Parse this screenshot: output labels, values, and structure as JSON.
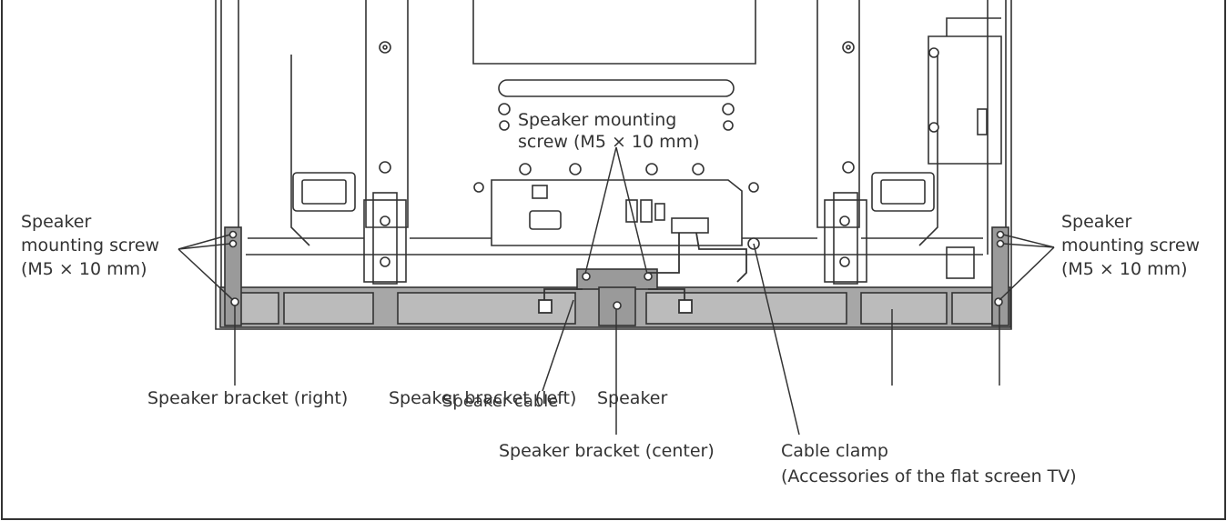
{
  "labels": {
    "screw_center_1": "Speaker mounting",
    "screw_center_2": "screw (M5 × 10 mm)",
    "screw_left_1": "Speaker",
    "screw_left_2": "mounting screw",
    "screw_left_3": "(M5 × 10 mm)",
    "screw_right_1": "Speaker",
    "screw_right_2": "mounting screw",
    "screw_right_3": "(M5 × 10 mm)",
    "bracket_right": "Speaker bracket (right)",
    "bracket_left": "Speaker bracket (left)",
    "speaker_cable": "Speaker cable",
    "speaker": "Speaker",
    "bracket_center": "Speaker bracket (center)",
    "cable_clamp_1": "Cable clamp",
    "cable_clamp_2": "(Accessories of the flat screen TV)"
  },
  "colors": {
    "line": "#333333",
    "bracket_fill": "#a7a7a7",
    "panel_fill": "#ffffff"
  }
}
